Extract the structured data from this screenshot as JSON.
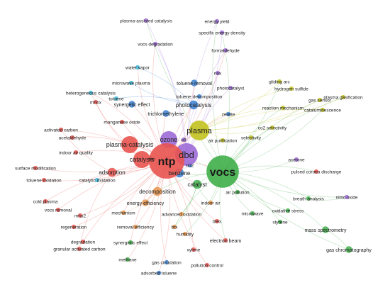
{
  "clusters": {
    "red": "#e8534f",
    "green": "#3fae49",
    "blue": "#3a7fd0",
    "yellow": "#c2c21e",
    "purple": "#9c6ad6",
    "cyan": "#3fb7d8",
    "orange": "#e8944a",
    "brown": "#9a6a55"
  },
  "nodes": [
    {
      "id": "ntp",
      "label": "ntp",
      "cluster": "red",
      "weight": 10
    },
    {
      "id": "vocs",
      "label": "vocs",
      "cluster": "green",
      "weight": 9
    },
    {
      "id": "dbd",
      "label": "dbd",
      "cluster": "purple",
      "weight": 6
    },
    {
      "id": "plasma",
      "label": "plasma",
      "cluster": "yellow",
      "weight": 5
    },
    {
      "id": "ozone",
      "label": "ozone",
      "cluster": "purple",
      "weight": 4
    },
    {
      "id": "catalysis",
      "label": "catalysis",
      "cluster": "red",
      "weight": 4
    },
    {
      "id": "plasma-catalysis",
      "label": "plasma-catalysis",
      "cluster": "red",
      "weight": 4
    },
    {
      "id": "benzene",
      "label": "benzene",
      "cluster": "blue",
      "weight": 3
    },
    {
      "id": "catalyst",
      "label": "catalyst",
      "cluster": "green",
      "weight": 3
    },
    {
      "id": "adsorption",
      "label": "adsorption",
      "cluster": "red",
      "weight": 3
    },
    {
      "id": "decomposition",
      "label": "decomposition",
      "cluster": "orange",
      "weight": 3
    },
    {
      "id": "photocatalysis",
      "label": "photocatalysis",
      "cluster": "blue",
      "weight": 3
    },
    {
      "id": "synergetic effect",
      "label": "synergetic effect",
      "cluster": "blue",
      "weight": 2
    },
    {
      "id": "trichloroethylene",
      "label": "trichloroethylene",
      "cluster": "blue",
      "weight": 2
    },
    {
      "id": "toluene removal",
      "label": "toluene removal",
      "cluster": "blue",
      "weight": 2
    },
    {
      "id": "toluene decomposition",
      "label": "toluene decomposition",
      "cluster": "blue",
      "weight": 1
    },
    {
      "id": "energy efficiency",
      "label": "energy efficiency",
      "cluster": "orange",
      "weight": 2
    },
    {
      "id": "mass spectrometry",
      "label": "mass spectrometry",
      "cluster": "green",
      "weight": 2
    },
    {
      "id": "gas chromatography",
      "label": "gas chromatography",
      "cluster": "green",
      "weight": 2
    },
    {
      "id": "electron beam",
      "label": "electron beam",
      "cluster": "red",
      "weight": 1
    },
    {
      "id": "air pollution",
      "label": "air pollution",
      "cluster": "green",
      "weight": 1
    },
    {
      "id": "acetone",
      "label": "acetone",
      "cluster": "purple",
      "weight": 1
    },
    {
      "id": "pulsed corona discharge",
      "label": "pulsed corona discharge",
      "cluster": "red",
      "weight": 1
    },
    {
      "id": "reaction mechanism",
      "label": "reaction mechanism",
      "cluster": "yellow",
      "weight": 1
    },
    {
      "id": "gas sensor",
      "label": "gas sensor",
      "cluster": "yellow",
      "weight": 1
    },
    {
      "id": "cataluminescence",
      "label": "cataluminescence",
      "cluster": "yellow",
      "weight": 1
    },
    {
      "id": "gliding arc",
      "label": "gliding arc",
      "cluster": "yellow",
      "weight": 1
    },
    {
      "id": "hydrogen sulfide",
      "label": "hydrogen sulfide",
      "cluster": "yellow",
      "weight": 1
    },
    {
      "id": "plasma gasification",
      "label": "plasma gasification",
      "cluster": "yellow",
      "weight": 1
    },
    {
      "id": "plasma-assisted catalysis",
      "label": "plasma-assisted catalysis",
      "cluster": "purple",
      "weight": 1
    },
    {
      "id": "energy yield",
      "label": "energy yield",
      "cluster": "purple",
      "weight": 1
    },
    {
      "id": "specific energy density",
      "label": "specific energy density",
      "cluster": "purple",
      "weight": 1
    },
    {
      "id": "formaldehyde",
      "label": "formaldehyde",
      "cluster": "purple",
      "weight": 1
    },
    {
      "id": "vocs degradation",
      "label": "vocs degradation",
      "cluster": "purple",
      "weight": 1
    },
    {
      "id": "water vapor",
      "label": "water vapor",
      "cluster": "cyan",
      "weight": 1
    },
    {
      "id": "microwave plasma",
      "label": "microwave plasma",
      "cluster": "cyan",
      "weight": 1
    },
    {
      "id": "heterogeneous catalysis",
      "label": "heterogeneous catalysis",
      "cluster": "cyan",
      "weight": 1
    },
    {
      "id": "toluene",
      "label": "toluene",
      "cluster": "cyan",
      "weight": 1
    },
    {
      "id": "photocatalyst",
      "label": "photocatalyst",
      "cluster": "purple",
      "weight": 1
    },
    {
      "id": "nox",
      "label": "nox",
      "cluster": "purple",
      "weight": 1
    },
    {
      "id": "zeolite",
      "label": "zeolite",
      "cluster": "blue",
      "weight": 1
    },
    {
      "id": "co2 selectivity",
      "label": "co2 selectivity",
      "cluster": "yellow",
      "weight": 1
    },
    {
      "id": "selectivity",
      "label": "selectivity",
      "cluster": "yellow",
      "weight": 1
    },
    {
      "id": "air purification",
      "label": "air purification",
      "cluster": "yellow",
      "weight": 1
    },
    {
      "id": "manganese oxide",
      "label": "manganese oxide",
      "cluster": "red",
      "weight": 1
    },
    {
      "id": "mnox",
      "label": "mnox",
      "cluster": "red",
      "weight": 1
    },
    {
      "id": "activated carbon",
      "label": "activated carbon",
      "cluster": "red",
      "weight": 1
    },
    {
      "id": "acetaldehyde",
      "label": "acetaldehyde",
      "cluster": "red",
      "weight": 1
    },
    {
      "id": "indoor air quality",
      "label": "indoor air quality",
      "cluster": "red",
      "weight": 1
    },
    {
      "id": "surface modification",
      "label": "surface modification",
      "cluster": "red",
      "weight": 1
    },
    {
      "id": "toluene oxidation",
      "label": "toluene oxidation",
      "cluster": "red",
      "weight": 1
    },
    {
      "id": "catalytic oxidation",
      "label": "catalytic oxidation",
      "cluster": "cyan",
      "weight": 1
    },
    {
      "id": "cold plasma",
      "label": "cold plasma",
      "cluster": "red",
      "weight": 1
    },
    {
      "id": "vocs removal",
      "label": "vocs removal",
      "cluster": "red",
      "weight": 1
    },
    {
      "id": "mno2",
      "label": "mno2",
      "cluster": "red",
      "weight": 1
    },
    {
      "id": "regeneration",
      "label": "regeneration",
      "cluster": "red",
      "weight": 1
    },
    {
      "id": "degradation",
      "label": "degradation",
      "cluster": "red",
      "weight": 1
    },
    {
      "id": "granular activated carbon",
      "label": "granular activated carbon",
      "cluster": "red",
      "weight": 1
    },
    {
      "id": "mechanism",
      "label": "mechanism",
      "cluster": "orange",
      "weight": 1
    },
    {
      "id": "removal efficiency",
      "label": "removal efficiency",
      "cluster": "orange",
      "weight": 1
    },
    {
      "id": "advanced oxidation",
      "label": "advanced oxidation",
      "cluster": "orange",
      "weight": 1
    },
    {
      "id": "indoor air",
      "label": "indoor air",
      "cluster": "orange",
      "weight": 1
    },
    {
      "id": "synergistic effect",
      "label": "synergistic effect",
      "cluster": "green",
      "weight": 1
    },
    {
      "id": "methane",
      "label": "methane",
      "cluster": "green",
      "weight": 1
    },
    {
      "id": "gas circulation",
      "label": "gas circulation",
      "cluster": "blue",
      "weight": 1
    },
    {
      "id": "adsorbed toluene",
      "label": "adsorbed toluene",
      "cluster": "blue",
      "weight": 1
    },
    {
      "id": "btx",
      "label": "btx",
      "cluster": "orange",
      "weight": 1
    },
    {
      "id": "humidity",
      "label": "humidity",
      "cluster": "orange",
      "weight": 1
    },
    {
      "id": "btex",
      "label": "btex",
      "cluster": "red",
      "weight": 1
    },
    {
      "id": "xylene",
      "label": "xylene",
      "cluster": "red",
      "weight": 1
    },
    {
      "id": "pollution control",
      "label": "pollution control",
      "cluster": "red",
      "weight": 1
    },
    {
      "id": "microwave",
      "label": "microwave",
      "cluster": "green",
      "weight": 1
    },
    {
      "id": "oxidative stress",
      "label": "oxidative stress",
      "cluster": "green",
      "weight": 1
    },
    {
      "id": "styrene",
      "label": "styrene",
      "cluster": "green",
      "weight": 1
    },
    {
      "id": "breath analysis",
      "label": "breath analysis",
      "cluster": "green",
      "weight": 1
    },
    {
      "id": "nitric oxide",
      "label": "nitric oxide",
      "cluster": "purple",
      "weight": 1
    },
    {
      "id": "ozone (small)",
      "label": "o3",
      "cluster": "purple",
      "weight": 1
    },
    {
      "id": "tio2",
      "label": "tio2",
      "cluster": "blue",
      "weight": 1
    },
    {
      "id": "mn",
      "label": "mn",
      "cluster": "red",
      "weight": 1
    }
  ],
  "links": [
    [
      "ntp",
      "vocs"
    ],
    [
      "ntp",
      "dbd"
    ],
    [
      "ntp",
      "plasma"
    ],
    [
      "ntp",
      "ozone"
    ],
    [
      "ntp",
      "catalysis"
    ],
    [
      "ntp",
      "plasma-catalysis"
    ],
    [
      "ntp",
      "benzene"
    ],
    [
      "ntp",
      "catalyst"
    ],
    [
      "ntp",
      "adsorption"
    ],
    [
      "ntp",
      "decomposition"
    ],
    [
      "ntp",
      "photocatalysis"
    ],
    [
      "ntp",
      "synergetic effect"
    ],
    [
      "ntp",
      "trichloroethylene"
    ],
    [
      "ntp",
      "toluene removal"
    ],
    [
      "ntp",
      "energy efficiency"
    ],
    [
      "ntp",
      "electron beam"
    ],
    [
      "ntp",
      "manganese oxide"
    ],
    [
      "ntp",
      "activated carbon"
    ],
    [
      "ntp",
      "toluene oxidation"
    ],
    [
      "ntp",
      "cold plasma"
    ],
    [
      "ntp",
      "regeneration"
    ],
    [
      "ntp",
      "degradation"
    ],
    [
      "ntp",
      "removal efficiency"
    ],
    [
      "ntp",
      "btex"
    ],
    [
      "ntp",
      "xylene"
    ],
    [
      "ntp",
      "pollution control"
    ],
    [
      "ntp",
      "surface modification"
    ],
    [
      "ntp",
      "indoor air quality"
    ],
    [
      "ntp",
      "water vapor"
    ],
    [
      "ntp",
      "heterogeneous catalysis"
    ],
    [
      "ntp",
      "zeolite"
    ],
    [
      "ntp",
      "formaldehyde"
    ],
    [
      "ntp",
      "vocs degradation"
    ],
    [
      "ntp",
      "mechanism"
    ],
    [
      "ntp",
      "methane"
    ],
    [
      "ntp",
      "gas circulation"
    ],
    [
      "ntp",
      "adsorbed toluene"
    ],
    [
      "ntp",
      "synergistic effect"
    ],
    [
      "ntp",
      "mno2"
    ],
    [
      "ntp",
      "vocs removal"
    ],
    [
      "vocs",
      "mass spectrometry"
    ],
    [
      "vocs",
      "gas chromatography"
    ],
    [
      "vocs",
      "breath analysis"
    ],
    [
      "vocs",
      "oxidative stress"
    ],
    [
      "vocs",
      "styrene"
    ],
    [
      "vocs",
      "microwave"
    ],
    [
      "vocs",
      "air pollution"
    ],
    [
      "vocs",
      "acetone"
    ],
    [
      "vocs",
      "pulsed corona discharge"
    ],
    [
      "vocs",
      "nitric oxide"
    ],
    [
      "vocs",
      "gas sensor"
    ],
    [
      "vocs",
      "cataluminescence"
    ],
    [
      "vocs",
      "reaction mechanism"
    ],
    [
      "vocs",
      "selectivity"
    ],
    [
      "vocs",
      "co2 selectivity"
    ],
    [
      "vocs",
      "plasma"
    ],
    [
      "vocs",
      "dbd"
    ],
    [
      "vocs",
      "catalyst"
    ],
    [
      "vocs",
      "benzene"
    ],
    [
      "vocs",
      "decomposition"
    ],
    [
      "vocs",
      "indoor air"
    ],
    [
      "vocs",
      "btx"
    ],
    [
      "vocs",
      "humidity"
    ],
    [
      "vocs",
      "electron beam"
    ],
    [
      "vocs",
      "plasma gasification"
    ],
    [
      "vocs",
      "gliding arc"
    ],
    [
      "vocs",
      "energy yield"
    ],
    [
      "vocs",
      "specific energy density"
    ],
    [
      "vocs",
      "plasma-assisted catalysis"
    ],
    [
      "dbd",
      "plasma-assisted catalysis"
    ],
    [
      "dbd",
      "energy yield"
    ],
    [
      "dbd",
      "specific energy density"
    ],
    [
      "dbd",
      "formaldehyde"
    ],
    [
      "dbd",
      "nox"
    ],
    [
      "dbd",
      "photocatalyst"
    ],
    [
      "dbd",
      "ozone"
    ],
    [
      "dbd",
      "toluene decomposition"
    ],
    [
      "dbd",
      "vocs degradation"
    ],
    [
      "dbd",
      "benzene"
    ],
    [
      "plasma",
      "gliding arc"
    ],
    [
      "plasma",
      "hydrogen sulfide"
    ],
    [
      "plasma",
      "plasma gasification"
    ],
    [
      "plasma",
      "reaction mechanism"
    ],
    [
      "plasma",
      "gas sensor"
    ],
    [
      "plasma",
      "cataluminescence"
    ],
    [
      "plasma",
      "co2 selectivity"
    ],
    [
      "plasma",
      "air purification"
    ],
    [
      "photocatalysis",
      "water vapor"
    ],
    [
      "photocatalysis",
      "microwave plasma"
    ],
    [
      "photocatalysis",
      "toluene"
    ],
    [
      "catalysis",
      "heterogeneous catalysis"
    ],
    [
      "adsorption",
      "catalytic oxidation"
    ],
    [
      "adsorption",
      "activated carbon"
    ],
    [
      "adsorption",
      "granular activated carbon"
    ],
    [
      "plasma-catalysis",
      "mnox"
    ],
    [
      "plasma-catalysis",
      "acetaldehyde"
    ],
    [
      "catalyst",
      "advanced oxidation"
    ],
    [
      "catalyst",
      "indoor air"
    ],
    [
      "catalyst",
      "btx"
    ],
    [
      "decomposition",
      "energy efficiency"
    ],
    [
      "decomposition",
      "mechanism"
    ],
    [
      "ozone",
      "ozone (small)"
    ],
    [
      "benzene",
      "tio2"
    ],
    [
      "catalysis",
      "mn"
    ],
    [
      "mass spectrometry",
      "gas chromatography"
    ],
    [
      "breath analysis",
      "nitric oxide"
    ]
  ]
}
